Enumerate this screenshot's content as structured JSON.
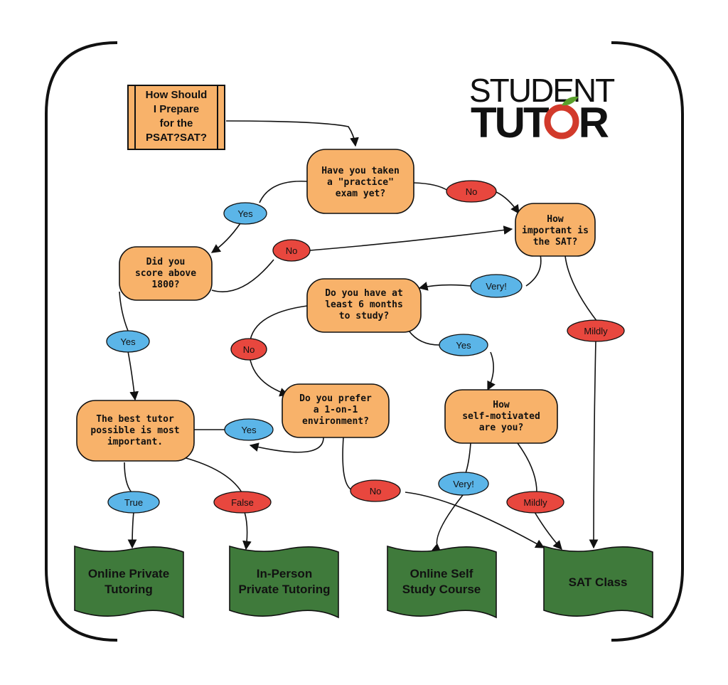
{
  "logo": {
    "line1": "STUDENT",
    "line2a": "TUT",
    "line2b": "R"
  },
  "start": {
    "lines": [
      "How Should",
      "I Prepare",
      "for the",
      "PSAT?SAT?"
    ]
  },
  "questions": {
    "q1": [
      "Have you taken",
      "a \"practice\"",
      "exam yet?"
    ],
    "q2": [
      "How",
      "important is",
      "the SAT?"
    ],
    "q3": [
      "Did you",
      "score above",
      "1800?"
    ],
    "q4": [
      "Do you have at",
      "least 6 months",
      "to study?"
    ],
    "q5": [
      "Do you prefer",
      "a 1-on-1",
      "environment?"
    ],
    "q6": [
      "How",
      "self-motivated",
      "are you?"
    ],
    "q7": [
      "The best tutor",
      "possible is most",
      "important."
    ]
  },
  "labels": {
    "l_yes1": "Yes",
    "l_no1": "No",
    "l_no2": "No",
    "l_very1": "Very!",
    "l_mildly1": "Mildly",
    "l_yes2": "Yes",
    "l_no3": "No",
    "l_yes3": "Yes",
    "l_yes4": "Yes",
    "l_no4": "No",
    "l_very2": "Very!",
    "l_mildly2": "Mildly",
    "l_true": "True",
    "l_false": "False"
  },
  "outcomes": {
    "o1": [
      "Online Private",
      "Tutoring"
    ],
    "o2": [
      "In-Person",
      "Private Tutoring"
    ],
    "o3": [
      "Online Self",
      "Study Course"
    ],
    "o4": [
      "SAT Class"
    ]
  },
  "colors": {
    "question": "#f8b26a",
    "yes_label": "#5bb5e8",
    "no_label": "#e8473e",
    "outcome": "#3f7a3b",
    "logo_accent": "#d23a2b",
    "logo_leaf": "#5aa02c"
  }
}
